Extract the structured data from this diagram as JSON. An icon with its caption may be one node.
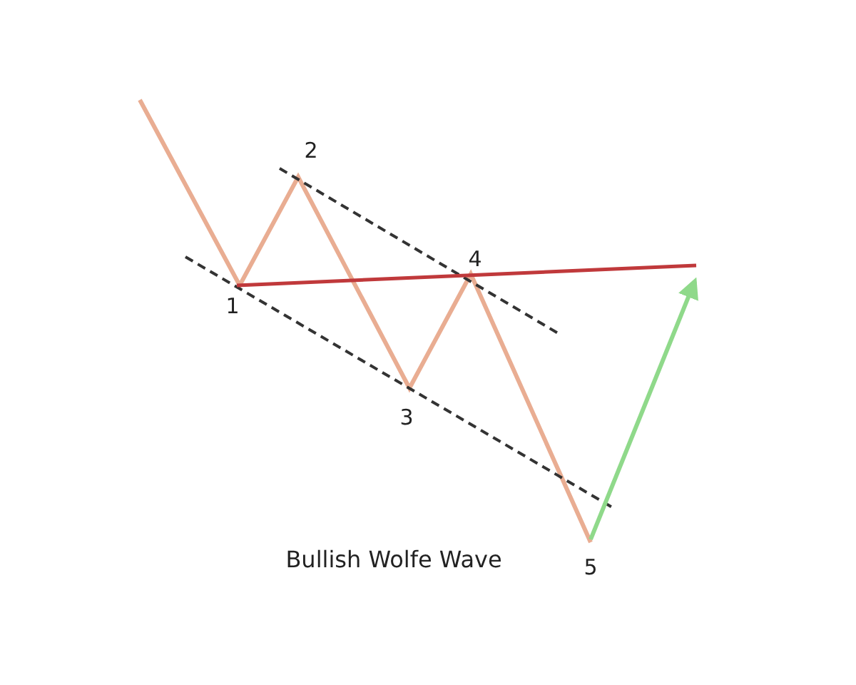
{
  "diagram": {
    "caption": "Bullish Wolfe Wave",
    "labels": [
      "1",
      "2",
      "3",
      "4",
      "5"
    ]
  }
}
